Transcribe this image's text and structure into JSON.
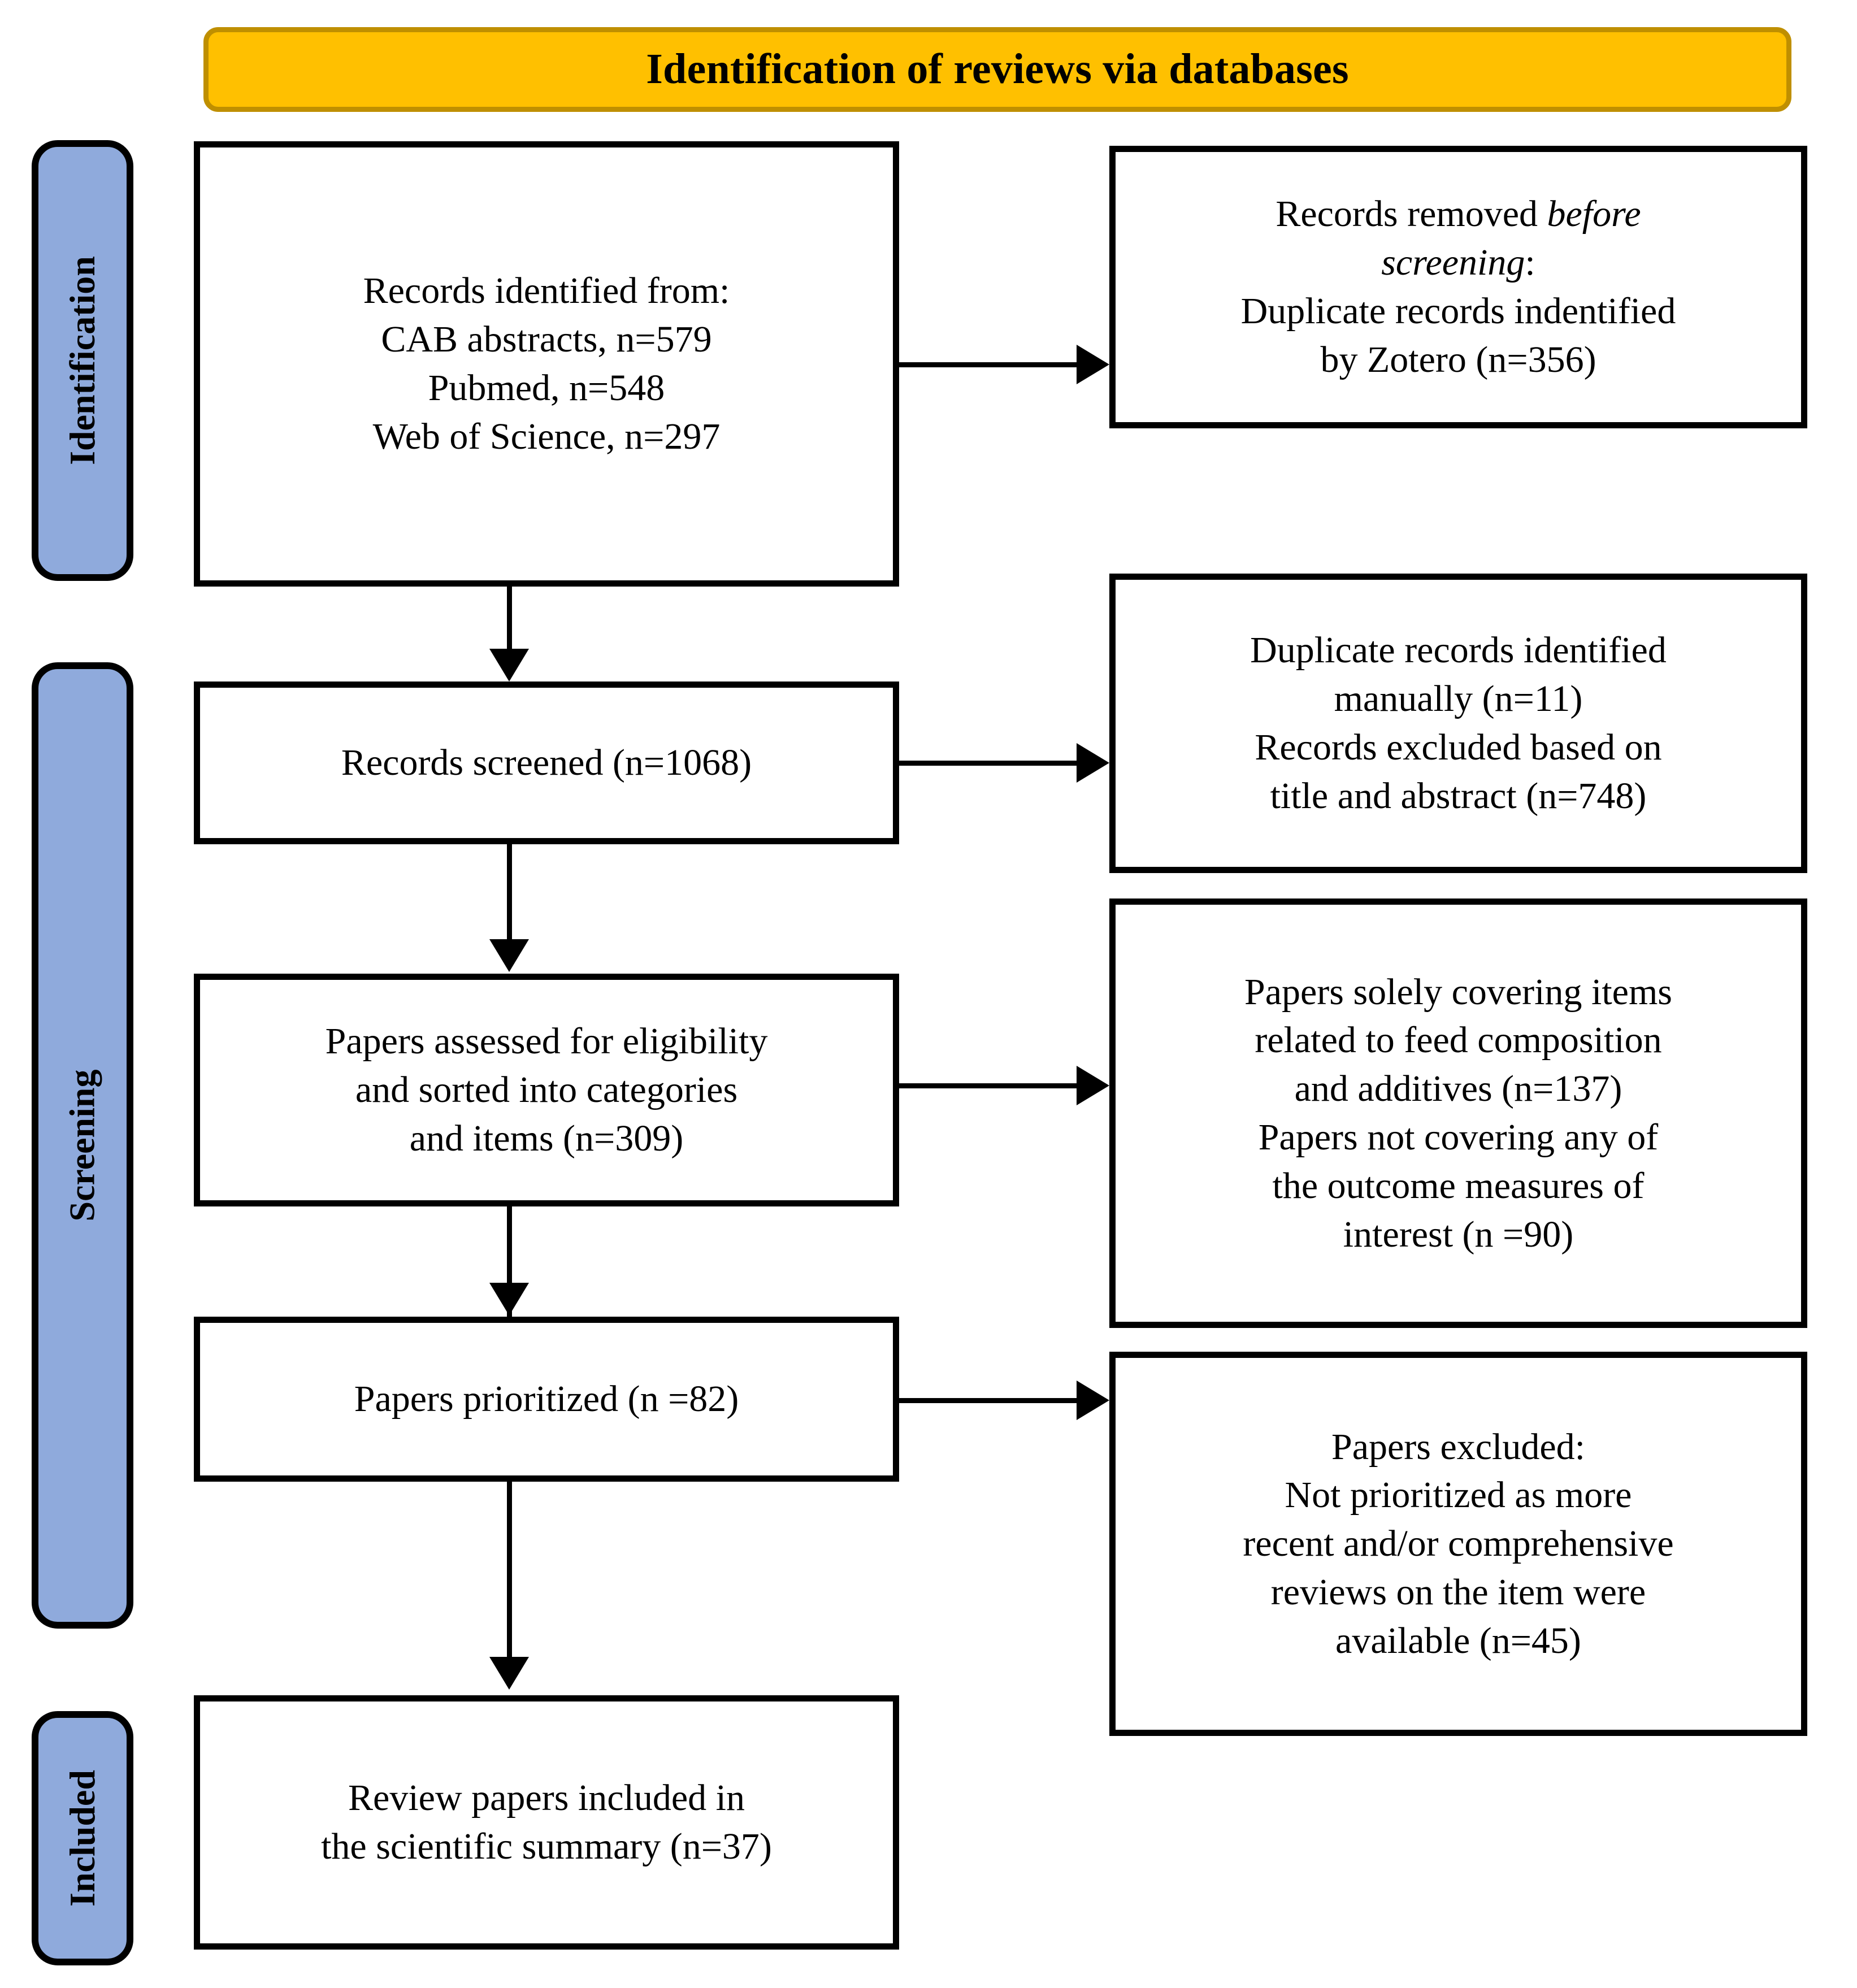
{
  "banner": {
    "title": "Identification of reviews via databases",
    "fill_color": "#FFC000",
    "border_color": "#BF8F00"
  },
  "phases": [
    {
      "id": "identification",
      "label": "Identification",
      "fill_color": "#8FAADC"
    },
    {
      "id": "screening",
      "label": "Screening",
      "fill_color": "#8FAADC"
    },
    {
      "id": "included",
      "label": "Included",
      "fill_color": "#8FAADC"
    }
  ],
  "flow": {
    "identified": {
      "line1": "Records identified from:",
      "line2": "CAB abstracts, n=579",
      "line3": "Pubmed, n=548",
      "line4": "Web of Science, n=297"
    },
    "removed_before_screening": {
      "line1_plain": "Records removed ",
      "line1_italic": "before",
      "line2_italic": "screening",
      "line2_plain": ":",
      "line3": "Duplicate records indentified",
      "line4": "by Zotero (n=356)"
    },
    "screened": {
      "line1": "Records screened (n=1068)"
    },
    "duplicates_manual": {
      "line1": "Duplicate records identified",
      "line2": "manually (n=11)",
      "line3": "Records excluded based on",
      "line4": "title and abstract (n=748)"
    },
    "eligibility": {
      "line1": "Papers assessed for eligibility",
      "line2": "and sorted into categories",
      "line3": "and items (n=309)"
    },
    "feed_composition": {
      "line1": "Papers solely covering items",
      "line2": "related to feed composition",
      "line3": "and additives (n=137)",
      "line4": "Papers not covering any of",
      "line5": "the outcome measures of",
      "line6": "interest (n =90)"
    },
    "prioritized": {
      "line1": "Papers prioritized (n =82)"
    },
    "papers_excluded": {
      "line1": "Papers excluded:",
      "line2": "Not prioritized as more",
      "line3": "recent and/or comprehensive",
      "line4": "reviews on the item were",
      "line5": "available (n=45)"
    },
    "included": {
      "line1": "Review papers included in",
      "line2": "the scientific summary (n=37)"
    }
  },
  "chart_data": {
    "type": "diagram",
    "title": "Identification of reviews via databases",
    "nodes": [
      {
        "id": "identified",
        "phase": "Identification",
        "column": "left",
        "counts": {
          "CAB abstracts": 579,
          "Pubmed": 548,
          "Web of Science": 297
        }
      },
      {
        "id": "removed_before",
        "phase": "Identification",
        "column": "right",
        "counts": {
          "Duplicate records indentified by Zotero": 356
        }
      },
      {
        "id": "screened",
        "phase": "Screening",
        "column": "left",
        "counts": {
          "Records screened": 1068
        }
      },
      {
        "id": "duplicates_manual",
        "phase": "Screening",
        "column": "right",
        "counts": {
          "Duplicate records identified manually": 11,
          "Records excluded based on title and abstract": 748
        }
      },
      {
        "id": "eligibility",
        "phase": "Screening",
        "column": "left",
        "counts": {
          "Papers assessed for eligibility and sorted into categories and items": 309
        }
      },
      {
        "id": "feed_composition",
        "phase": "Screening",
        "column": "right",
        "counts": {
          "Papers solely covering items related to feed composition and additives": 137,
          "Papers not covering any of the outcome measures of interest": 90
        }
      },
      {
        "id": "prioritized",
        "phase": "Screening",
        "column": "left",
        "counts": {
          "Papers prioritized": 82
        }
      },
      {
        "id": "papers_excluded",
        "phase": "Screening",
        "column": "right",
        "counts": {
          "Not prioritized as more recent and/or comprehensive reviews on the item were available": 45
        }
      },
      {
        "id": "included",
        "phase": "Included",
        "column": "left",
        "counts": {
          "Review papers included in the scientific summary": 37
        }
      }
    ],
    "edges": [
      {
        "from": "identified",
        "to": "removed_before",
        "direction": "right"
      },
      {
        "from": "identified",
        "to": "screened",
        "direction": "down"
      },
      {
        "from": "screened",
        "to": "duplicates_manual",
        "direction": "right"
      },
      {
        "from": "screened",
        "to": "eligibility",
        "direction": "down"
      },
      {
        "from": "eligibility",
        "to": "feed_composition",
        "direction": "right"
      },
      {
        "from": "eligibility",
        "to": "prioritized",
        "direction": "down"
      },
      {
        "from": "prioritized",
        "to": "papers_excluded",
        "direction": "right"
      },
      {
        "from": "prioritized",
        "to": "included",
        "direction": "down"
      }
    ]
  }
}
